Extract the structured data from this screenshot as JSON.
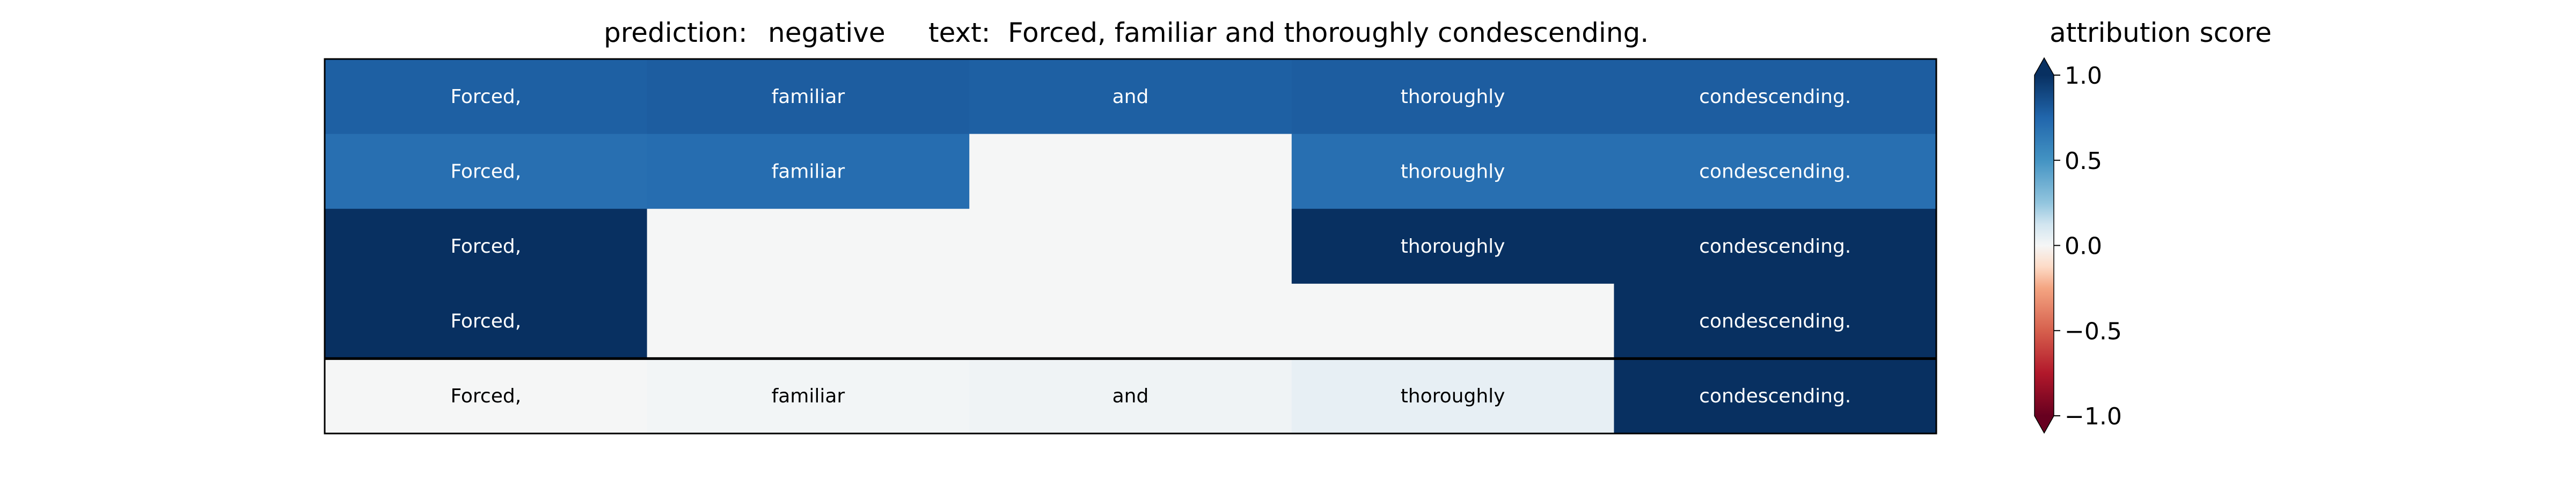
{
  "header": {
    "prediction_label": "prediction:",
    "prediction_value": "negative",
    "text_label": "text:",
    "text_value": "Forced, familiar and thoroughly condescending."
  },
  "chart_data": {
    "type": "heatmap",
    "tokens": [
      "Forced,",
      "familiar",
      "and",
      "thoroughly",
      "condescending."
    ],
    "rows": [
      [
        0.78,
        0.79,
        0.78,
        0.79,
        0.79
      ],
      [
        0.7,
        0.71,
        0.0,
        0.7,
        0.7
      ],
      [
        1.0,
        0.0,
        0.0,
        1.0,
        1.0
      ],
      [
        1.0,
        0.0,
        0.0,
        0.0,
        1.0
      ]
    ],
    "summary_row": [
      0.0,
      0.01,
      0.02,
      0.05,
      1.0
    ],
    "colorbar": {
      "title": "attribution score",
      "vmin": -1.0,
      "vmax": 1.0,
      "ticks": [
        1.0,
        0.5,
        0.0,
        -0.5,
        -1.0
      ],
      "tick_labels": [
        "1.0",
        "0.5",
        "0.0",
        "−0.5",
        "−1.0"
      ],
      "extend": "both",
      "colormap": "RdBu"
    }
  }
}
